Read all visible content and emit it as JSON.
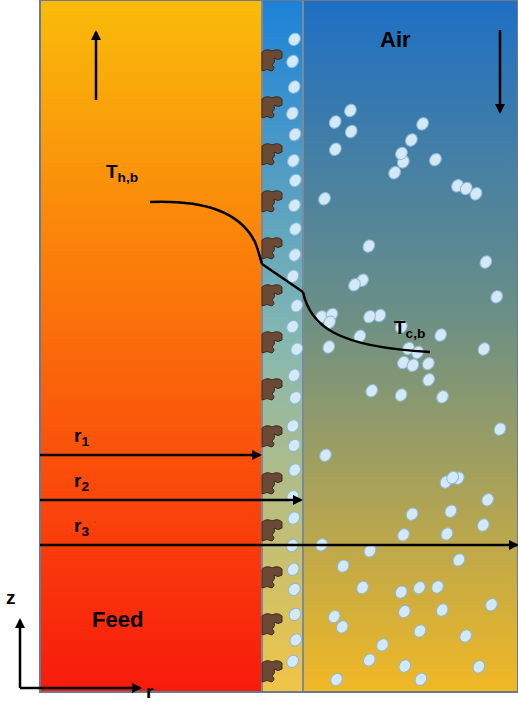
{
  "diagram": {
    "nodes": [
      {
        "text": [
          "Feed"
        ]
      },
      {
        "text": [
          "Air"
        ]
      }
    ],
    "labels": [
      "Th,b",
      "Tc,b",
      "r1",
      "r2",
      "r3",
      "z",
      "r"
    ]
  }
}
